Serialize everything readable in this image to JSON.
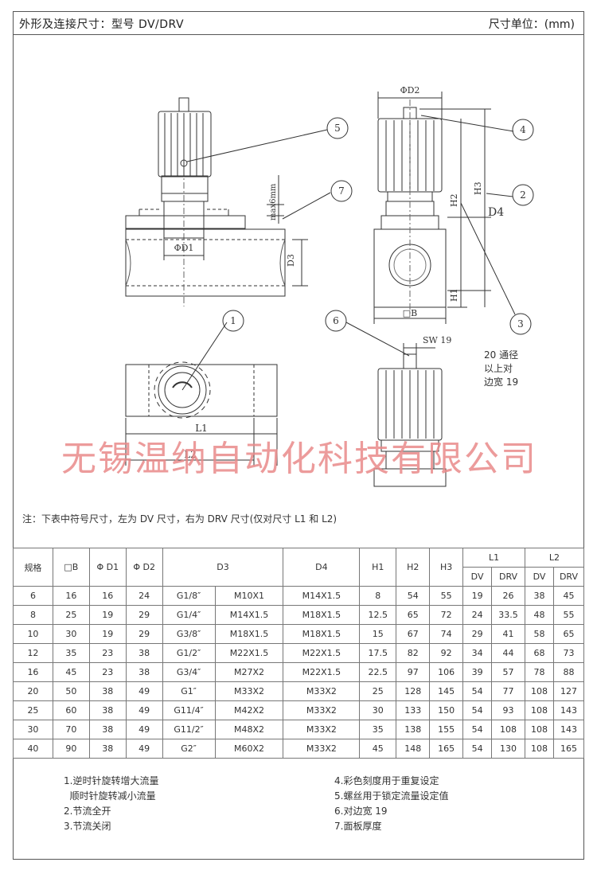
{
  "header": {
    "title": "外形及连接尺寸：型号 DV/DRV",
    "unit": "尺寸单位：(mm)"
  },
  "drawing": {
    "callouts": [
      "1",
      "2",
      "3",
      "4",
      "5",
      "6",
      "7"
    ],
    "labels": {
      "d1": "ΦD1",
      "d2": "ΦD2",
      "d3": "D3",
      "d4": "D4",
      "h1": "H1",
      "h2": "H2",
      "h3": "H3",
      "b": "□B",
      "l1": "L1",
      "l2": "L2",
      "max6": "max6mm",
      "sw19": "SW 19"
    },
    "sw_note": [
      "20 通径",
      "以上对",
      "边宽 19"
    ]
  },
  "watermark": "无锡温纳自动化科技有限公司",
  "note": "注：下表中符号尺寸，左为 DV 尺寸，右为 DRV 尺寸(仅对尺寸 L1 和 L2)",
  "table": {
    "headers": {
      "spec": "规格",
      "b": "□B",
      "d1": "Φ D1",
      "d2": "Φ D2",
      "d3": "D3",
      "d4": "D4",
      "h1": "H1",
      "h2": "H2",
      "h3": "H3",
      "l1": "L1",
      "l2": "L2",
      "dv": "DV",
      "drv": "DRV"
    },
    "rows": [
      [
        "6",
        "16",
        "16",
        "24",
        "G1/8″",
        "M10X1",
        "M14X1.5",
        "8",
        "54",
        "55",
        "19",
        "26",
        "38",
        "45"
      ],
      [
        "8",
        "25",
        "19",
        "29",
        "G1/4″",
        "M14X1.5",
        "M18X1.5",
        "12.5",
        "65",
        "72",
        "24",
        "33.5",
        "48",
        "55"
      ],
      [
        "10",
        "30",
        "19",
        "29",
        "G3/8″",
        "M18X1.5",
        "M18X1.5",
        "15",
        "67",
        "74",
        "29",
        "41",
        "58",
        "65"
      ],
      [
        "12",
        "35",
        "23",
        "38",
        "G1/2″",
        "M22X1.5",
        "M22X1.5",
        "17.5",
        "82",
        "92",
        "34",
        "44",
        "68",
        "73"
      ],
      [
        "16",
        "45",
        "23",
        "38",
        "G3/4″",
        "M27X2",
        "M22X1.5",
        "22.5",
        "97",
        "106",
        "39",
        "57",
        "78",
        "88"
      ],
      [
        "20",
        "50",
        "38",
        "49",
        "G1″",
        "M33X2",
        "M33X2",
        "25",
        "128",
        "145",
        "54",
        "77",
        "108",
        "127"
      ],
      [
        "25",
        "60",
        "38",
        "49",
        "G11/4″",
        "M42X2",
        "M33X2",
        "30",
        "133",
        "150",
        "54",
        "93",
        "108",
        "143"
      ],
      [
        "30",
        "70",
        "38",
        "49",
        "G11/2″",
        "M48X2",
        "M33X2",
        "35",
        "138",
        "155",
        "54",
        "108",
        "108",
        "143"
      ],
      [
        "40",
        "90",
        "38",
        "49",
        "G2″",
        "M60X2",
        "M33X2",
        "45",
        "148",
        "165",
        "54",
        "130",
        "108",
        "165"
      ]
    ]
  },
  "legend": {
    "left": [
      "1.逆时针旋转增大流量",
      "  顺时针旋转减小流量",
      "2.节流全开",
      "3.节流关闭"
    ],
    "right": [
      "4.彩色刻度用于重复设定",
      "5.螺丝用于锁定流量设定值",
      "6.对边宽 19",
      "7.面板厚度"
    ]
  }
}
